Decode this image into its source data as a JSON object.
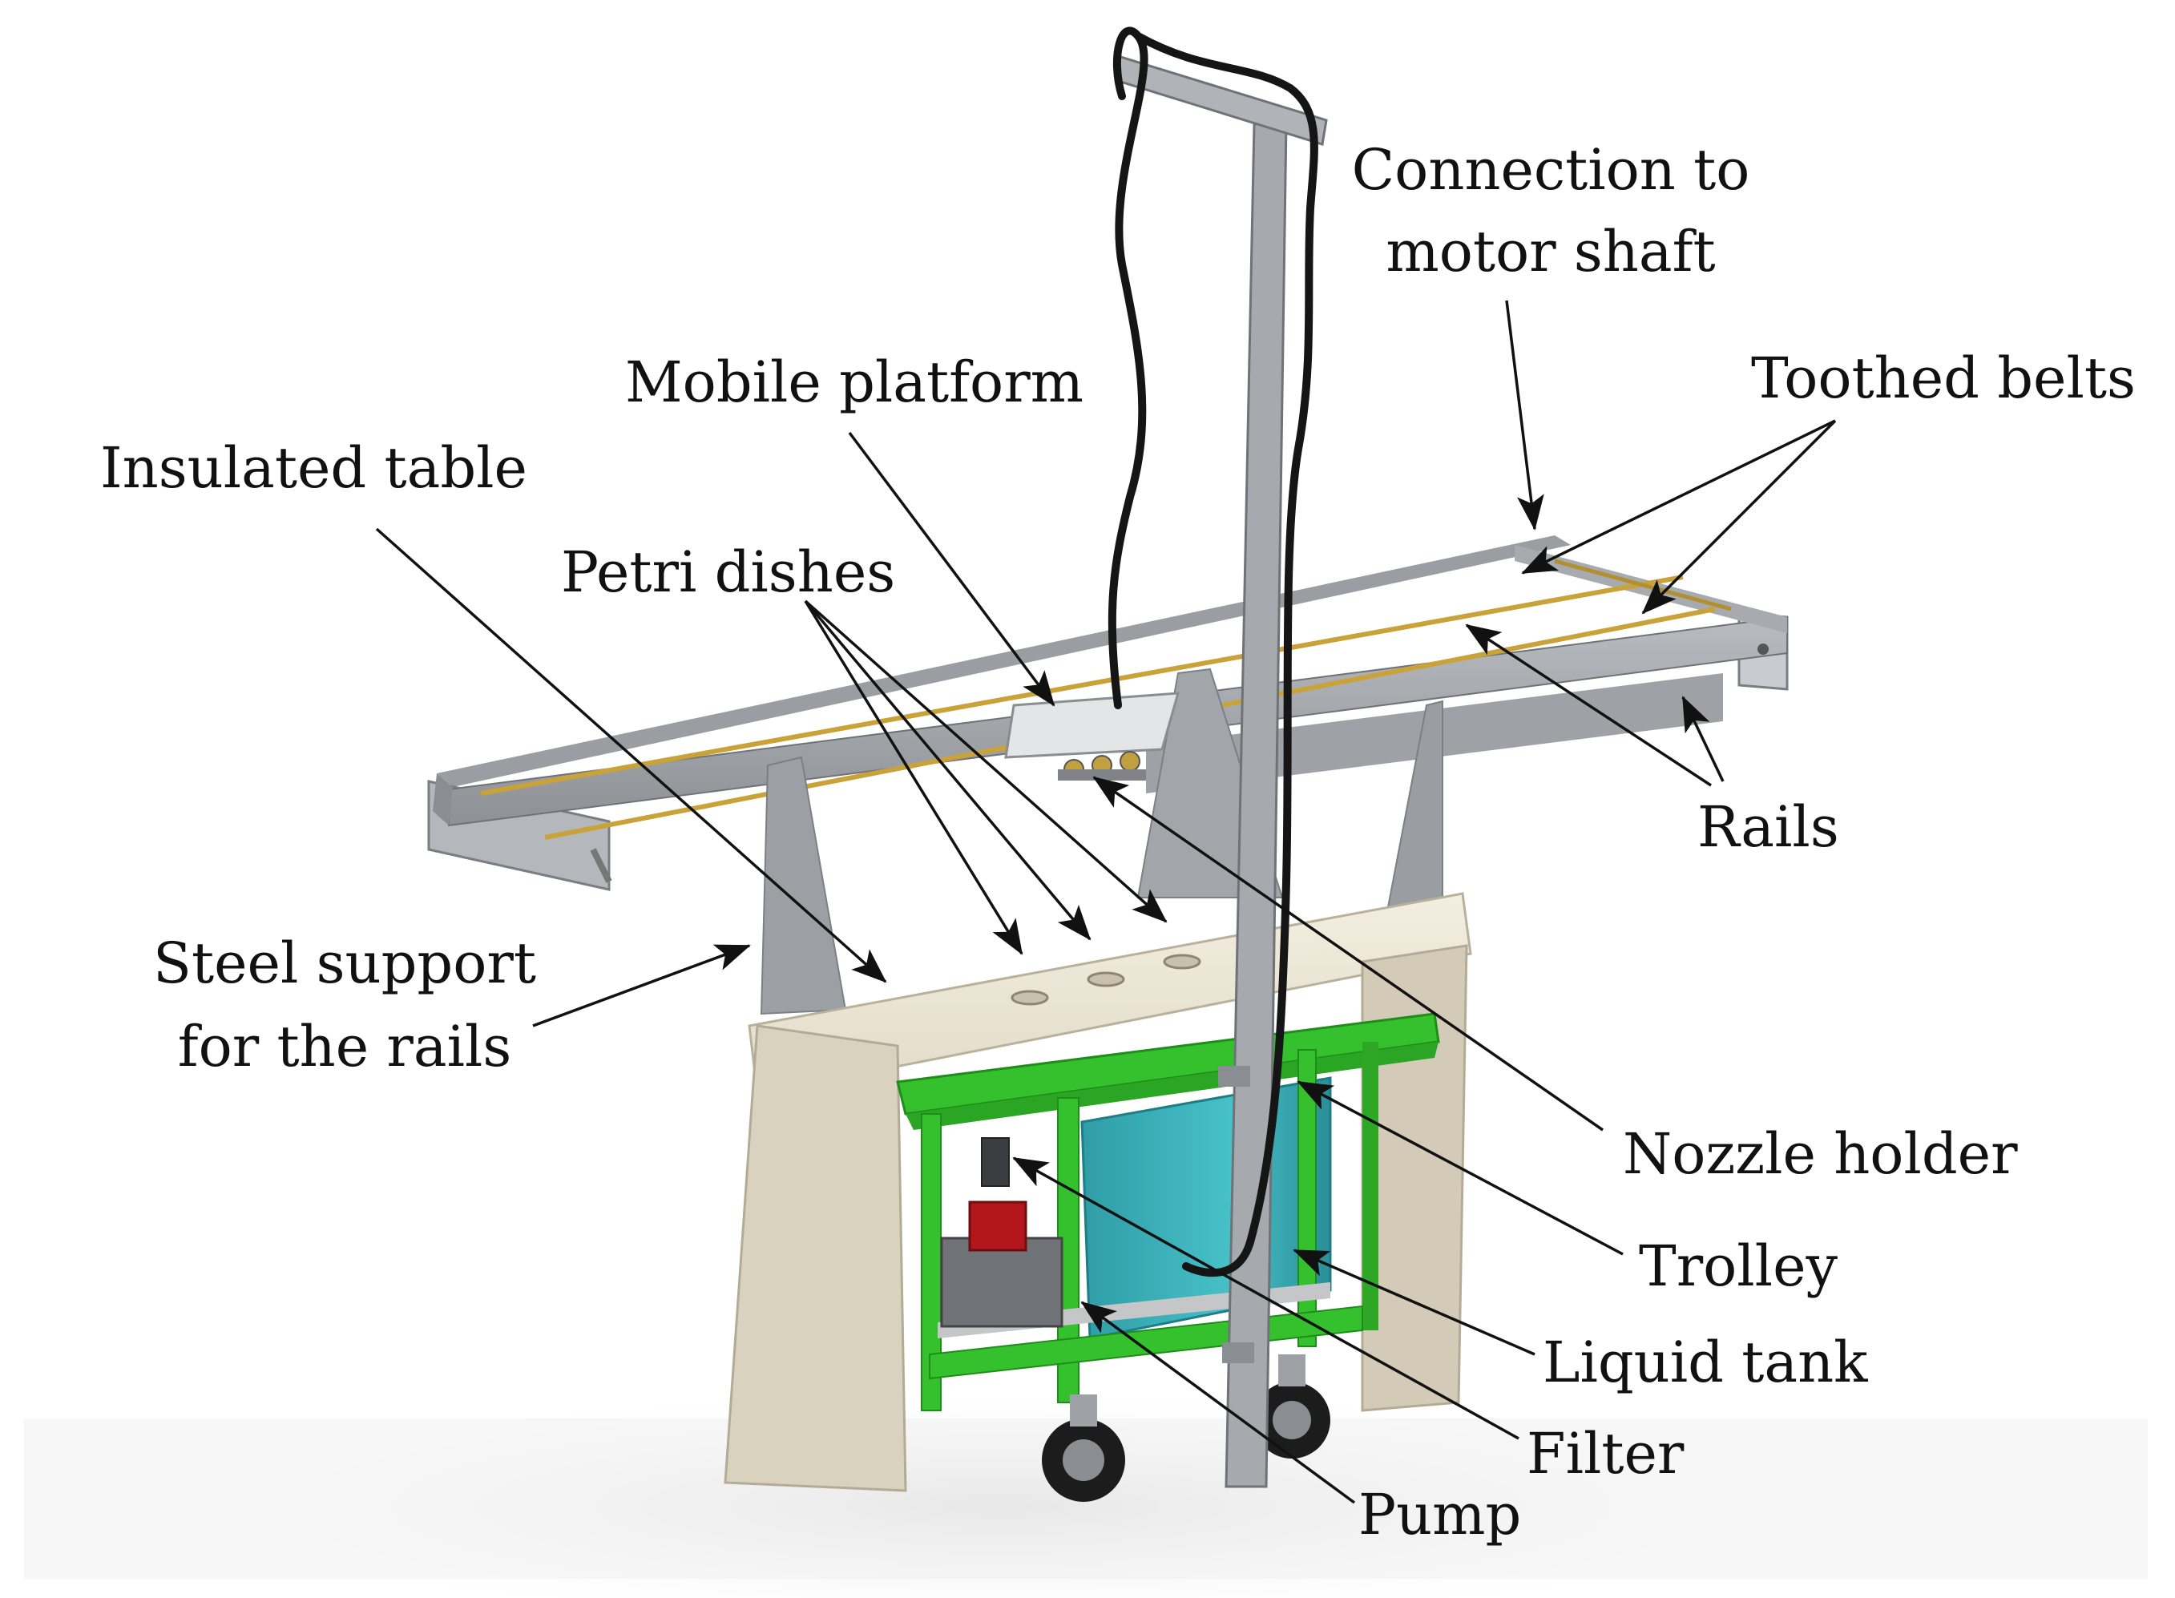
{
  "labels": {
    "connection_line1": "Connection to",
    "connection_line2": "motor shaft",
    "mobile_platform": "Mobile platform",
    "toothed_belts": "Toothed belts",
    "insulated_table": "Insulated table",
    "petri_dishes": "Petri dishes",
    "rails": "Rails",
    "steel_support_line1": "Steel support",
    "steel_support_line2": "for the rails",
    "nozzle_holder": "Nozzle holder",
    "trolley": "Trolley",
    "liquid_tank": "Liquid tank",
    "filter": "Filter",
    "pump": "Pump"
  },
  "colors": {
    "rail_steel": "#a3a7ab",
    "rail_steel_dark": "#7f8387",
    "belt_gold": "#c9a23a",
    "table_cream": "#ece6d6",
    "table_side": "#d3cbb7",
    "trolley_green": "#35c12e",
    "tank_teal": "#3fb6be",
    "wheel_black": "#1c1c1c",
    "pump_red": "#b3161a",
    "hose_black": "#151515",
    "arrow_black": "#111111"
  }
}
